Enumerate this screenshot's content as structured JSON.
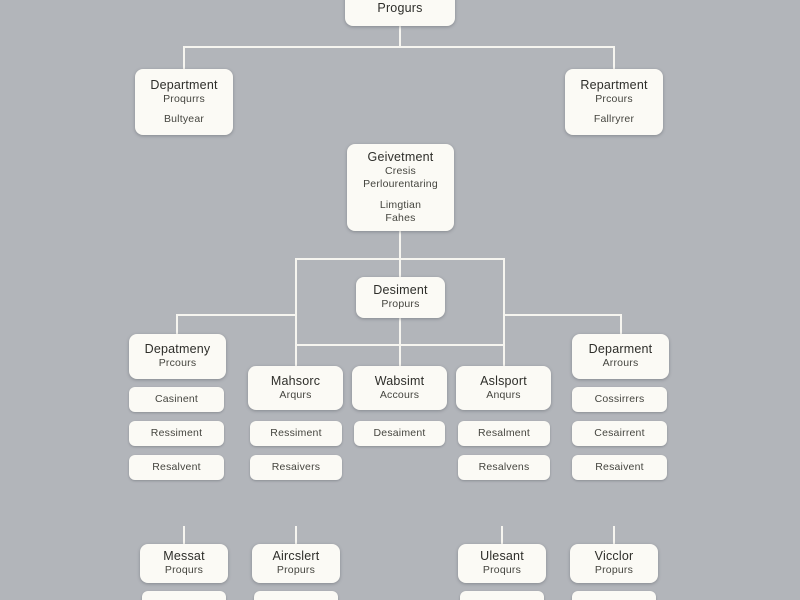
{
  "diagram": {
    "type": "org-chart",
    "background_color": "#b2b5ba",
    "box_color": "#fbfaf5",
    "line_color": "#f6f5f0",
    "text_color": "#2e2e2a",
    "nodes": {
      "root": {
        "lines": [
          "Progurs"
        ]
      },
      "dept_left": {
        "lines": [
          "Department",
          "Proqurrs",
          "",
          "Bultyear"
        ]
      },
      "dept_right": {
        "lines": [
          "Repartment",
          "Prcours",
          "",
          "Fallryrer"
        ]
      },
      "gov": {
        "lines": [
          "Geivetment",
          "Cresis",
          "Perlourentaring",
          "",
          "Limgtian",
          "Fahes"
        ]
      },
      "desiment": {
        "lines": [
          "Desiment",
          "Propurs"
        ]
      },
      "depatmeny": {
        "lines": [
          "Depatmeny",
          "Prcours"
        ]
      },
      "mahsorc": {
        "lines": [
          "Mahsorc",
          "Arqurs"
        ]
      },
      "wabsimt": {
        "lines": [
          "Wabsimt",
          "Accours"
        ]
      },
      "aslsport": {
        "lines": [
          "Aslsport",
          "Anqurs"
        ]
      },
      "deparment": {
        "lines": [
          "Deparment",
          "Arrours"
        ]
      },
      "col1": {
        "items": [
          "Casinent",
          "Ressiment",
          "Resalvent"
        ]
      },
      "col2": {
        "items": [
          "Ressiment",
          "Resaivers"
        ]
      },
      "col3": {
        "items": [
          "Desaiment"
        ]
      },
      "col4": {
        "items": [
          "Resalment",
          "Resalvens"
        ]
      },
      "col5": {
        "items": [
          "Cossirrers",
          "Cesairrent",
          "Resaivent"
        ]
      },
      "messat": {
        "lines": [
          "Messat",
          "Proqurs"
        ]
      },
      "aircslert": {
        "lines": [
          "Aircslert",
          "Propurs"
        ]
      },
      "ulesant": {
        "lines": [
          "Ulesant",
          "Proqurs"
        ]
      },
      "vicclor": {
        "lines": [
          "Vicclor",
          "Propurs"
        ]
      }
    },
    "edges": [
      "root->dept_left",
      "root->dept_right",
      "gov->desiment",
      "desiment->depatmeny",
      "desiment->mahsorc",
      "desiment->wabsimt",
      "desiment->aslsport",
      "desiment->deparment"
    ]
  }
}
